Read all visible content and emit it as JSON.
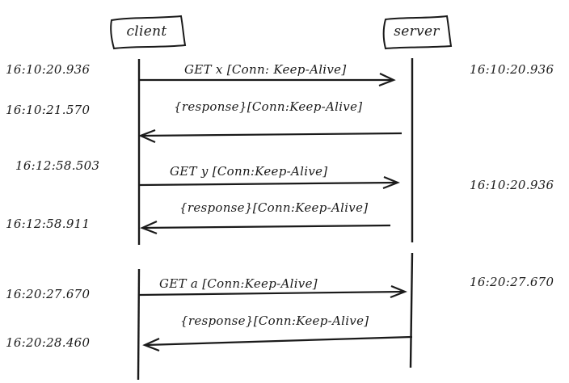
{
  "diagram_type": "sequence-diagram",
  "actors": [
    {
      "name": "client"
    },
    {
      "name": "server"
    }
  ],
  "messages": [
    {
      "label": "GET x [Conn: Keep-Alive]",
      "direction": "client-to-server"
    },
    {
      "label": "{response}[Conn:Keep-Alive]",
      "direction": "server-to-client"
    },
    {
      "label": "GET y [Conn:Keep-Alive]",
      "direction": "client-to-server"
    },
    {
      "label": "{response}[Conn:Keep-Alive]",
      "direction": "server-to-client"
    },
    {
      "label": "GET a [Conn:Keep-Alive]",
      "direction": "client-to-server"
    },
    {
      "label": "{response}[Conn:Keep-Alive]",
      "direction": "server-to-client"
    }
  ],
  "left_timestamps": [
    "16:10:20.936",
    "16:10:21.570",
    "16:12:58.503",
    "16:12:58.911",
    "16:20:27.670",
    "16:20:28.460"
  ],
  "right_timestamps": [
    "16:10:20.936",
    "16:10:20.936",
    "16:20:27.670"
  ],
  "colors": {
    "ink": "#1a1a1a",
    "background": "#ffffff"
  }
}
